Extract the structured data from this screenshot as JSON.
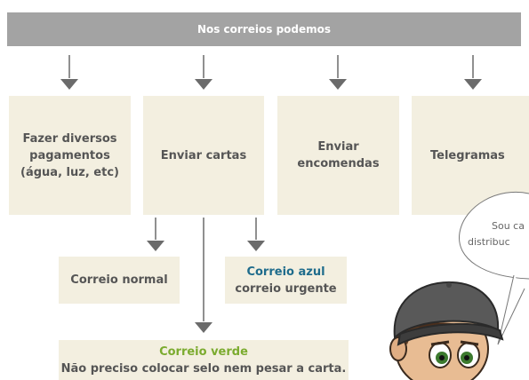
{
  "header": {
    "title": "Nos correios podemos"
  },
  "boxes": {
    "pagamentos": {
      "lines": [
        "Fazer diversos",
        "pagamentos",
        "(água, luz, etc)"
      ]
    },
    "cartas": {
      "label": "Enviar cartas"
    },
    "encomendas": {
      "lines": [
        "Enviar",
        "encomendas"
      ]
    },
    "telegramas": {
      "label": "Telegramas"
    },
    "normal": {
      "label": "Correio normal"
    },
    "azul": {
      "title": "Correio azul",
      "subtitle": "correio urgente"
    },
    "verde": {
      "title": "Correio verde",
      "subtitle": "Não preciso colocar selo nem pesar a carta."
    }
  },
  "speech_bubble": {
    "lines": [
      "Sou ca",
      "distribuc"
    ]
  },
  "colors": {
    "header": "#a3a3a3",
    "box": "#f3efe0",
    "arrow": "#6b6b6b",
    "blue": "#1f6c8c",
    "green": "#7bab2f"
  },
  "icons": [
    "arrow-down-icon",
    "mail-carrier-character"
  ]
}
